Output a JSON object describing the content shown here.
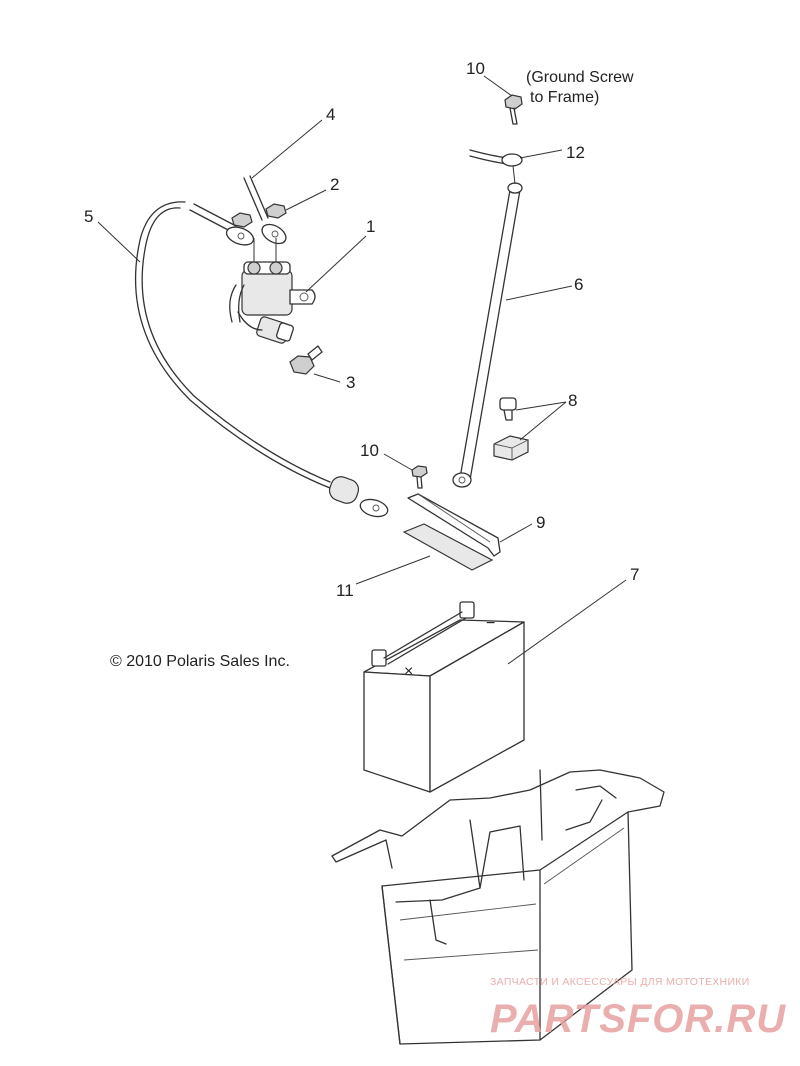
{
  "callouts": {
    "c1": "1",
    "c2": "2",
    "c3": "3",
    "c4": "4",
    "c5": "5",
    "c6": "6",
    "c7": "7",
    "c8": "8",
    "c9": "9",
    "c10a": "10",
    "c10b": "10",
    "c11": "11",
    "c12": "12"
  },
  "note": {
    "line1": "(Ground Screw",
    "line2": "to Frame)"
  },
  "copyright": "© 2010 Polaris Sales Inc.",
  "watermark": {
    "small": "ЗАПЧАСТИ И АКСЕССУАРЫ ДЛЯ МОТОТЕХНИКИ",
    "big": "PARTSFOR.RU",
    "color": "#e8a0a0"
  },
  "battery_marks": {
    "minus": "−",
    "plus": "×"
  }
}
